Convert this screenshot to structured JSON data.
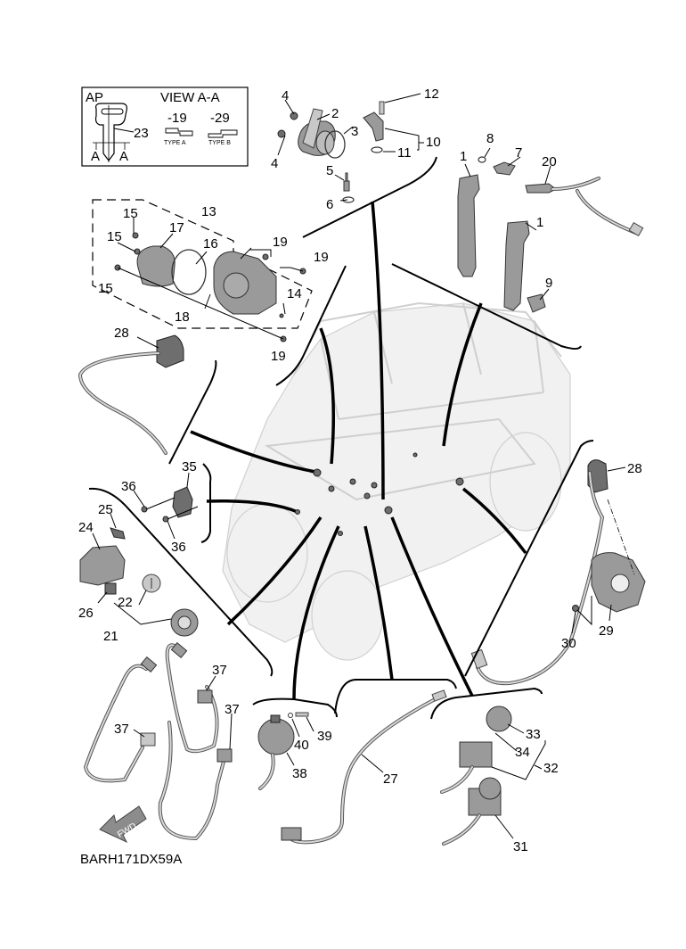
{
  "diagram": {
    "type": "exploded-parts-diagram",
    "figure_code": "BARH171DX59A",
    "key_inset": {
      "title_left": "AP",
      "title_right": "VIEW A-A",
      "key_callout": "23",
      "section_marker": "A",
      "type_a": {
        "suffix": "-19",
        "label": "TYPE A"
      },
      "type_b": {
        "suffix": "-29",
        "label": "TYPE B"
      }
    },
    "forward_arrow": {
      "label": "FWD"
    },
    "callouts": {
      "c1a": "1",
      "c1b": "1",
      "c2": "2",
      "c3": "3",
      "c4a": "4",
      "c4b": "4",
      "c5": "5",
      "c6": "6",
      "c7": "7",
      "c8": "8",
      "c9": "9",
      "c10": "10",
      "c11": "11",
      "c12": "12",
      "c13": "13",
      "c14": "14",
      "c15a": "15",
      "c15b": "15",
      "c15c": "15",
      "c16": "16",
      "c17": "17",
      "c18": "18",
      "c19a": "19",
      "c19b": "19",
      "c19c": "19",
      "c20": "20",
      "c21": "21",
      "c22": "22",
      "c24": "24",
      "c25": "25",
      "c26": "26",
      "c27": "27",
      "c28a": "28",
      "c28b": "28",
      "c29": "29",
      "c30": "30",
      "c31": "31",
      "c32": "32",
      "c33": "33",
      "c34": "34",
      "c35": "35",
      "c36a": "36",
      "c36b": "36",
      "c37a": "37",
      "c37b": "37",
      "c37c": "37",
      "c38": "38",
      "c39": "39",
      "c40": "40"
    }
  }
}
